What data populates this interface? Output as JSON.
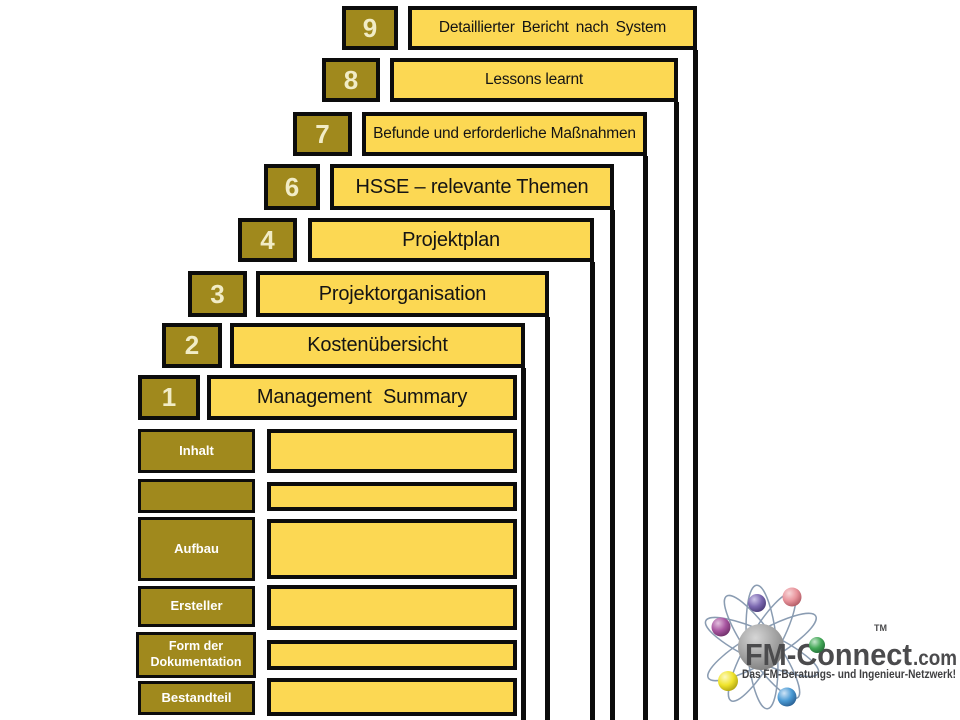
{
  "slide": {
    "steps": [
      {
        "num": "9",
        "label": "Detaillierter Bericht nach System"
      },
      {
        "num": "8",
        "label": "Lessons learnt"
      },
      {
        "num": "7",
        "label": "Befunde und erforderliche Maßnahmen"
      },
      {
        "num": "6",
        "label": "HSSE – relevante Themen"
      },
      {
        "num": "4",
        "label": "Projektplan"
      },
      {
        "num": "3",
        "label": "Projektorganisation"
      },
      {
        "num": "2",
        "label": "Kostenübersicht"
      },
      {
        "num": "1",
        "label": "Management Summary"
      }
    ],
    "attribute_rows": [
      {
        "label": "Inhalt",
        "value": ""
      },
      {
        "label": "",
        "value": ""
      },
      {
        "label": "Aufbau",
        "value": ""
      },
      {
        "label": "Ersteller",
        "value": ""
      },
      {
        "label": "Form der Dokumentation",
        "value": ""
      },
      {
        "label": "Bestandteil",
        "value": ""
      }
    ],
    "colors": {
      "box_dark_gold": "#a0891d",
      "box_light_yellow": "#fcd853",
      "outline_black": "#0c0c0c",
      "number_text": "#f1ecc6",
      "attr_label_text": "#ffffff",
      "step_label_text": "#141414"
    }
  },
  "logo": {
    "brand": "FM-Connect",
    "brand_suffix": ".com",
    "trademark": "TM",
    "tagline": "Das FM-Beratungs- und Ingenieur-Netzwerk!",
    "colors": {
      "logo_text_grey": "#4b4b4d",
      "orbit_grey_blue": "#8a9cb2",
      "sphere_center_grey": "#a2a2a2",
      "sphere_violet": "#7b68b0",
      "sphere_pink": "#e8939b",
      "sphere_magenta": "#a855a0",
      "sphere_yellow": "#f0e42c",
      "sphere_blue": "#4a9ad4",
      "sphere_green": "#44a858"
    }
  }
}
